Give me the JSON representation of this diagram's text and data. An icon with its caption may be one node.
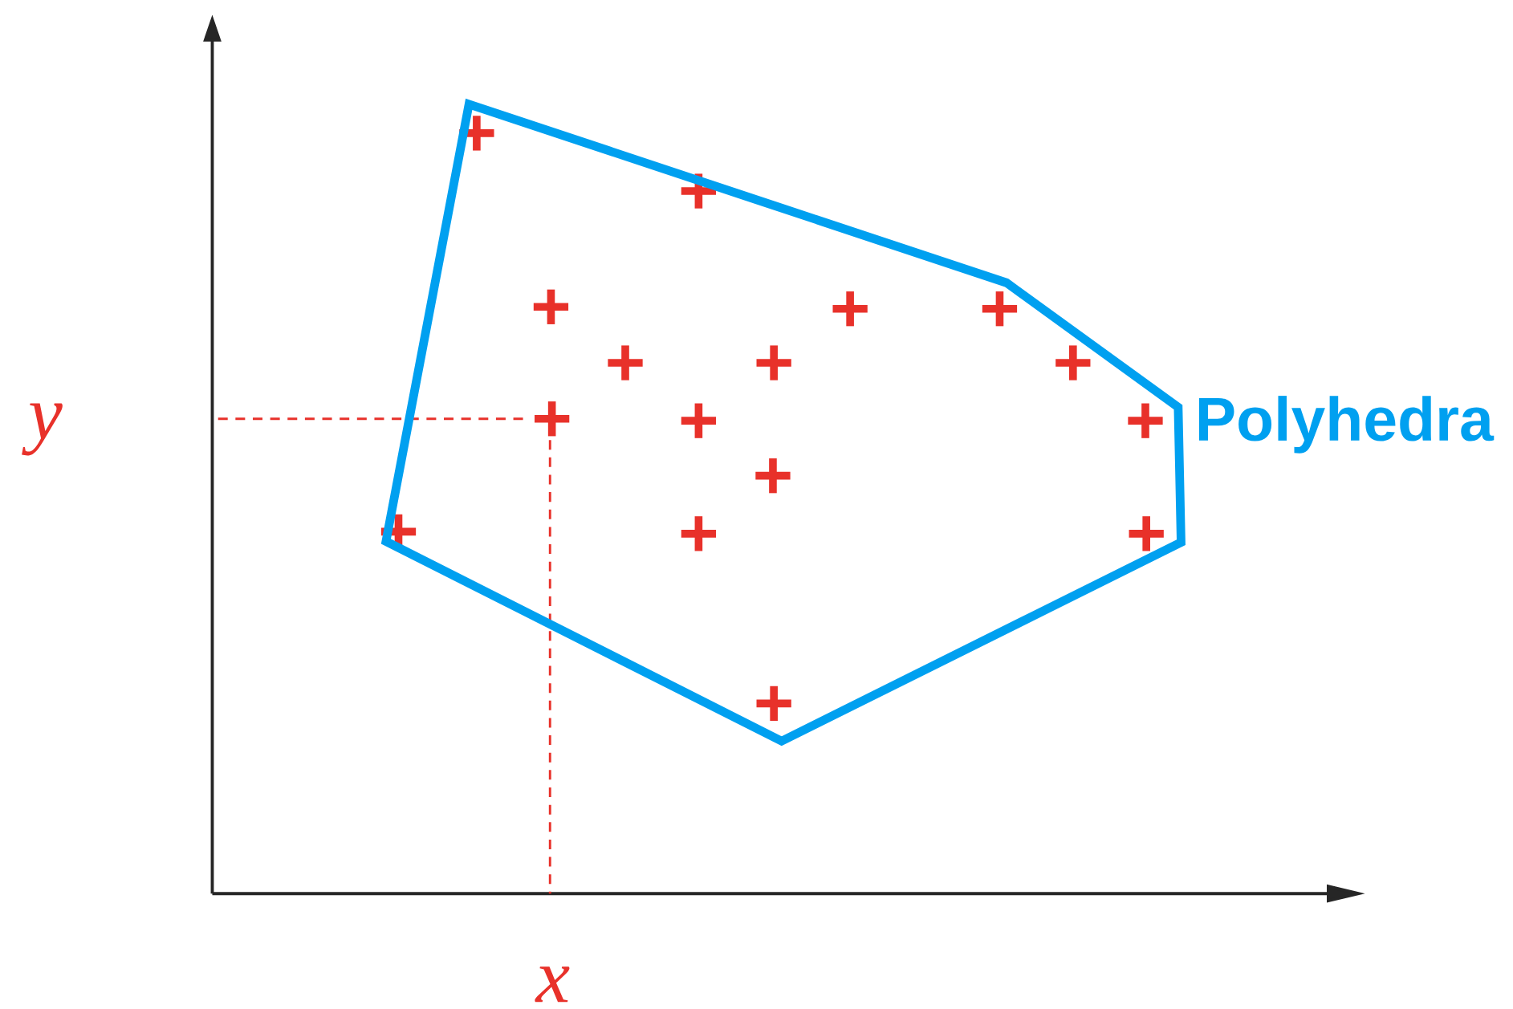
{
  "diagram": {
    "nodes": [
      {
        "text": [
          "Polyhedra"
        ]
      }
    ],
    "labels": [
      "y",
      "x"
    ]
  }
}
